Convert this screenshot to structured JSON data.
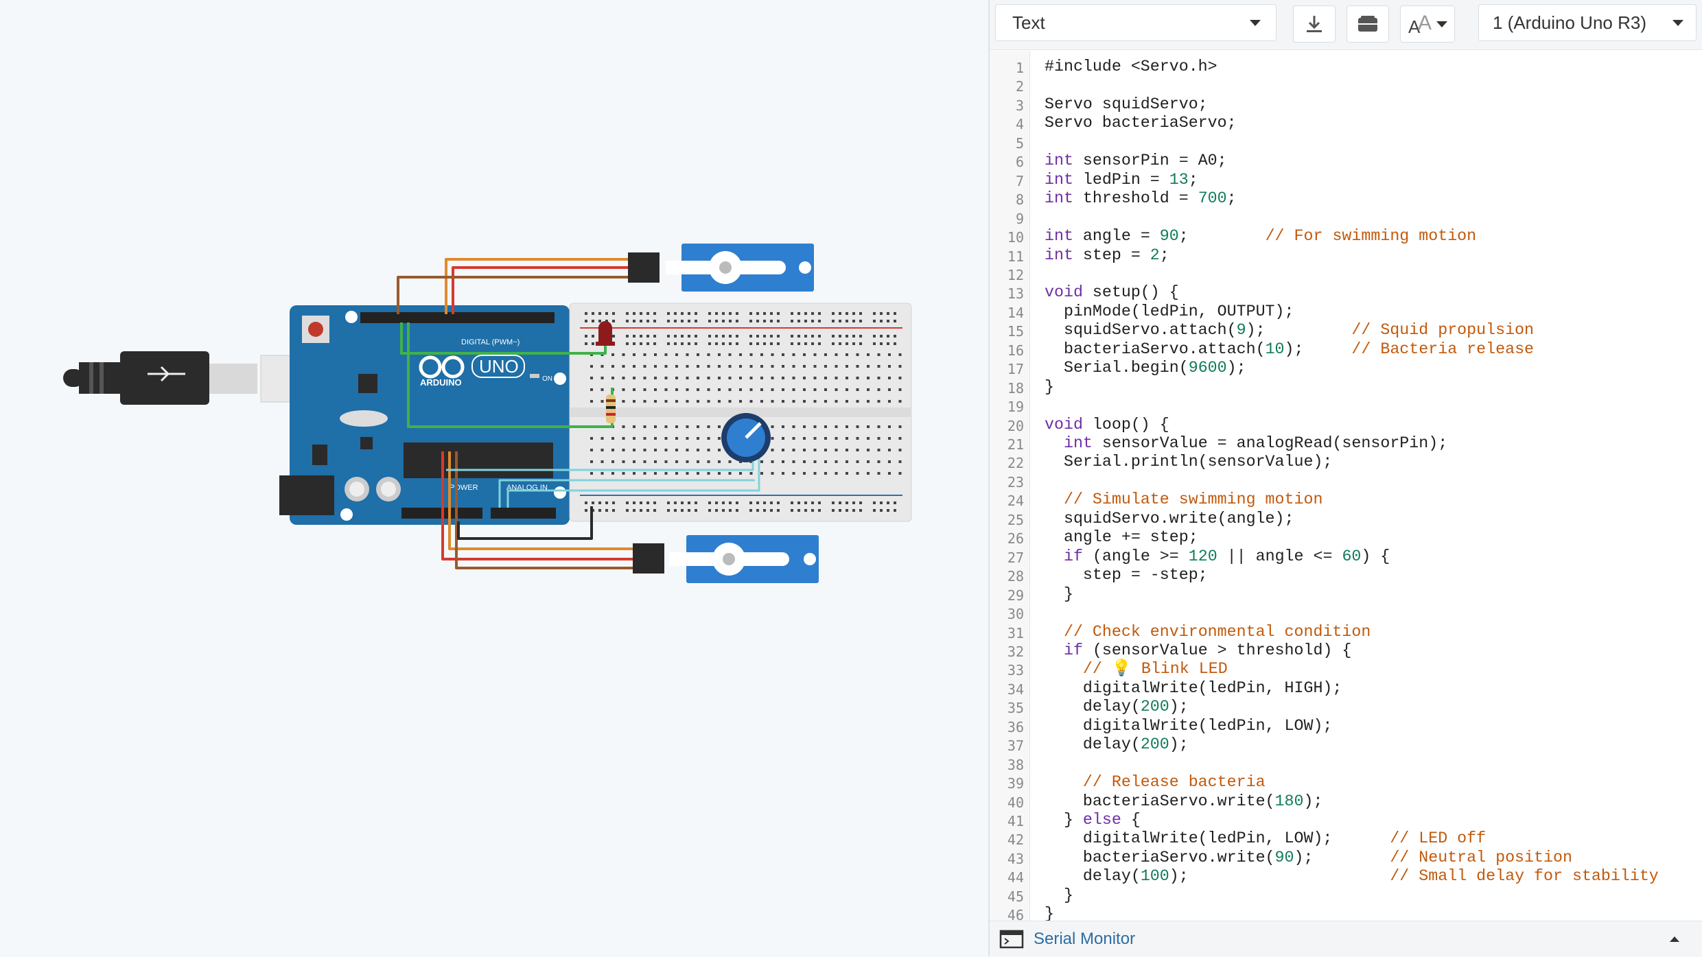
{
  "toolbar": {
    "mode_label": "Text",
    "device_label": "1 (Arduino Uno R3)"
  },
  "board": {
    "brand": "ARDUINO",
    "model": "UNO",
    "digital_label": "DIGITAL (PWM~)",
    "power_label": "POWER",
    "analog_label": "ANALOG IN",
    "on_label": "ON"
  },
  "code_lines": [
    "#include <Servo.h>",
    "",
    "Servo squidServo;",
    "Servo bacteriaServo;",
    "",
    "int sensorPin = A0;",
    "int ledPin = 13;",
    "int threshold = 700;",
    "",
    "int angle = 90;        // For swimming motion",
    "int step = 2;",
    "",
    "void setup() {",
    "  pinMode(ledPin, OUTPUT);",
    "  squidServo.attach(9);         // Squid propulsion",
    "  bacteriaServo.attach(10);     // Bacteria release",
    "  Serial.begin(9600);",
    "}",
    "",
    "void loop() {",
    "  int sensorValue = analogRead(sensorPin);",
    "  Serial.println(sensorValue);",
    "",
    "  // Simulate swimming motion",
    "  squidServo.write(angle);",
    "  angle += step;",
    "  if (angle >= 120 || angle <= 60) {",
    "    step = -step;",
    "  }",
    "",
    "  // Check environmental condition",
    "  if (sensorValue > threshold) {",
    "    // 💡 Blink LED",
    "    digitalWrite(ledPin, HIGH);",
    "    delay(200);",
    "    digitalWrite(ledPin, LOW);",
    "    delay(200);",
    "",
    "    // Release bacteria",
    "    bacteriaServo.write(180);",
    "  } else {",
    "    digitalWrite(ledPin, LOW);      // LED off",
    "    bacteriaServo.write(90);        // Neutral position",
    "    delay(100);                     // Small delay for stability",
    "  }",
    "}"
  ],
  "serial_monitor": {
    "label": "Serial Monitor"
  },
  "colors": {
    "board": "#1f6fa8",
    "servo": "#2f7fd0",
    "wire_red": "#d63a2f",
    "wire_orange": "#e08a2c",
    "wire_brown": "#9b5a2e",
    "wire_green": "#3fb24a",
    "wire_cyan": "#7fd3dc",
    "keyword": "#6f2ea3",
    "number": "#0f7b5b",
    "comment": "#c2590b"
  }
}
